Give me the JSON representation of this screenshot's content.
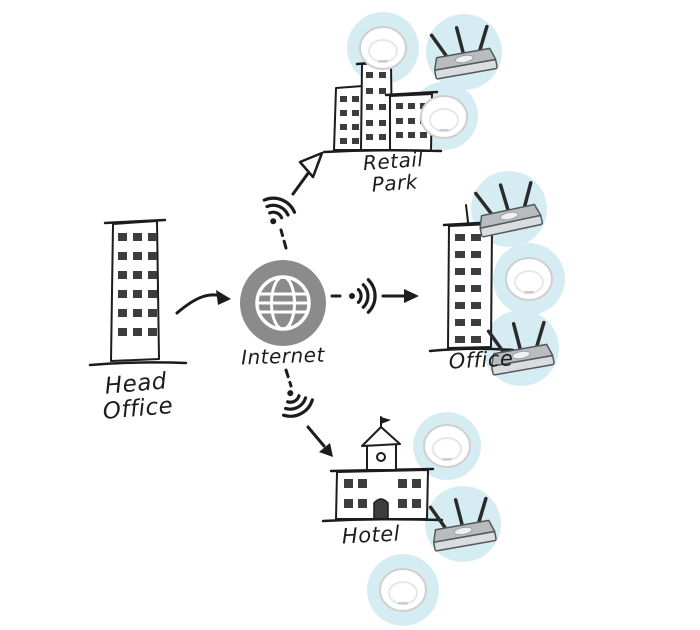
{
  "diagram": {
    "type": "network-topology-illustration",
    "center": {
      "label": "Internet"
    },
    "source": {
      "label_line1": "Head",
      "label_line2": "Office"
    },
    "sites": [
      {
        "id": "retail-park",
        "label_line1": "Retail",
        "label_line2": "Park",
        "devices": [
          "ceiling-ap",
          "antenna-router",
          "ceiling-ap"
        ]
      },
      {
        "id": "office",
        "label_line1": "Office",
        "devices": [
          "antenna-router",
          "ceiling-ap",
          "antenna-router"
        ]
      },
      {
        "id": "hotel",
        "label_line1": "Hotel",
        "devices": [
          "ceiling-ap",
          "antenna-router",
          "ceiling-ap"
        ]
      }
    ],
    "colors": {
      "ink": "#1c1c1c",
      "globe_fill": "#8b8b8b",
      "bubble_fill": "#d6ecf3"
    }
  }
}
